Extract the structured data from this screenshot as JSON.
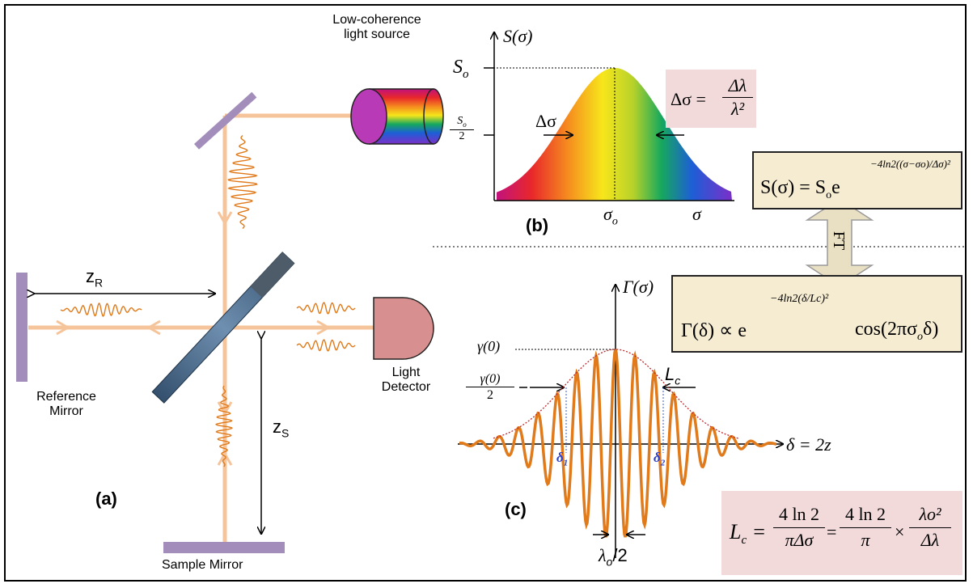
{
  "panel_a": {
    "label": "(a)",
    "source_label_line1": "Low-coherence",
    "source_label_line2": "light source",
    "reference_mirror_line1": "Reference",
    "reference_mirror_line2": "Mirror",
    "sample_mirror": "Sample Mirror",
    "detector_line1": "Light",
    "detector_line2": "Detector",
    "zr": "z",
    "zr_sub": "R",
    "zs": "z",
    "zs_sub": "S"
  },
  "panel_b": {
    "label": "(b)",
    "y_axis": "S(σ)",
    "x_axis": "σ",
    "peak_label": "S",
    "peak_sub": "o",
    "half_num": "S",
    "half_num_sub": "o",
    "half_den": "2",
    "center_label": "σ",
    "center_sub": "o",
    "width_label": "Δσ",
    "delta_sigma_eq_lhs": "Δσ =",
    "delta_sigma_eq_num": "Δλ",
    "delta_sigma_eq_den": "λ²",
    "spectrum_eq": "S(σ) = S",
    "spectrum_eq_sub": "o",
    "spectrum_eq_exp": "−4ln2((σ−σo)/Δσ)²"
  },
  "ft_label": "FT",
  "panel_c": {
    "label": "(c)",
    "y_axis": "Γ(σ)",
    "x_axis": "δ = 2z",
    "gamma0": "γ(0)",
    "half_num": "γ(0)",
    "half_den": "2",
    "lc_label": "L",
    "lc_sub": "c",
    "delta1": "δ",
    "delta1_sub": "1",
    "delta2": "δ",
    "delta2_sub": "2",
    "wavelength_label": "λ",
    "wavelength_sub": "o",
    "wavelength_tail": "/2",
    "coherence_eq": "Γ(δ) ∝ e",
    "coherence_eq_exp": "−4ln2(δ/Lc)²",
    "coherence_eq_tail": "cos(2πσ",
    "coherence_eq_tail_sub": "o",
    "coherence_eq_tail_end": "δ)",
    "lc_eq_lhs": "L",
    "lc_eq_lhs_sub": "c",
    "lc_eq_f1_num": "4 ln 2",
    "lc_eq_f1_den": "πΔσ",
    "lc_eq_f2_num": "4 ln 2",
    "lc_eq_f2_den": "π",
    "lc_eq_f3_num": "λo²",
    "lc_eq_f3_den": "Δλ"
  },
  "colors": {
    "beam": "#f6c49a",
    "wave": "#e07a1a",
    "mirror": "#a28dbb",
    "splitter": "#4d6f8f",
    "detector": "#d88f8f",
    "envelope": "#c0282c",
    "box_fill": "#f6ecd2",
    "pink_fill": "#f2dadb"
  }
}
